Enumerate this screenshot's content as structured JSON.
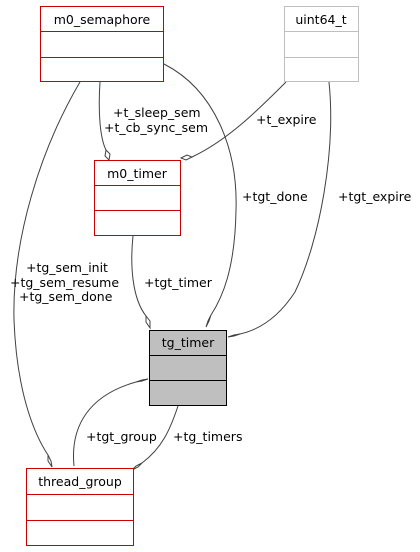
{
  "diagram": {
    "classes": {
      "m0_semaphore": {
        "name": "m0_semaphore",
        "border_color": "#cc0000",
        "header_fill": "#ffffff"
      },
      "uint64_t": {
        "name": "uint64_t",
        "border_color": "#bfbfbf",
        "header_fill": "#ffffff"
      },
      "m0_timer": {
        "name": "m0_timer",
        "border_color": "#cc0000",
        "header_fill": "#ffffff"
      },
      "tg_timer": {
        "name": "tg_timer",
        "border_color": "#000000",
        "header_fill": "#bfbfbf"
      },
      "thread_group": {
        "name": "thread_group",
        "border_color": "#cc0000",
        "header_fill": "#ffffff"
      }
    },
    "edge_labels": {
      "t_sleep_sem": "+t_sleep_sem",
      "t_cb_sync_sem": "+t_cb_sync_sem",
      "t_expire": "+t_expire",
      "tgt_done": "+tgt_done",
      "tgt_expire": "+tgt_expire",
      "tg_sem_init": "+tg_sem_init",
      "tg_sem_resume": "+tg_sem_resume",
      "tg_sem_done": "+tg_sem_done",
      "tgt_timer": "+tgt_timer",
      "tgt_group": "+tgt_group",
      "tg_timers": "+tg_timers"
    },
    "edge_color": "#404040"
  }
}
